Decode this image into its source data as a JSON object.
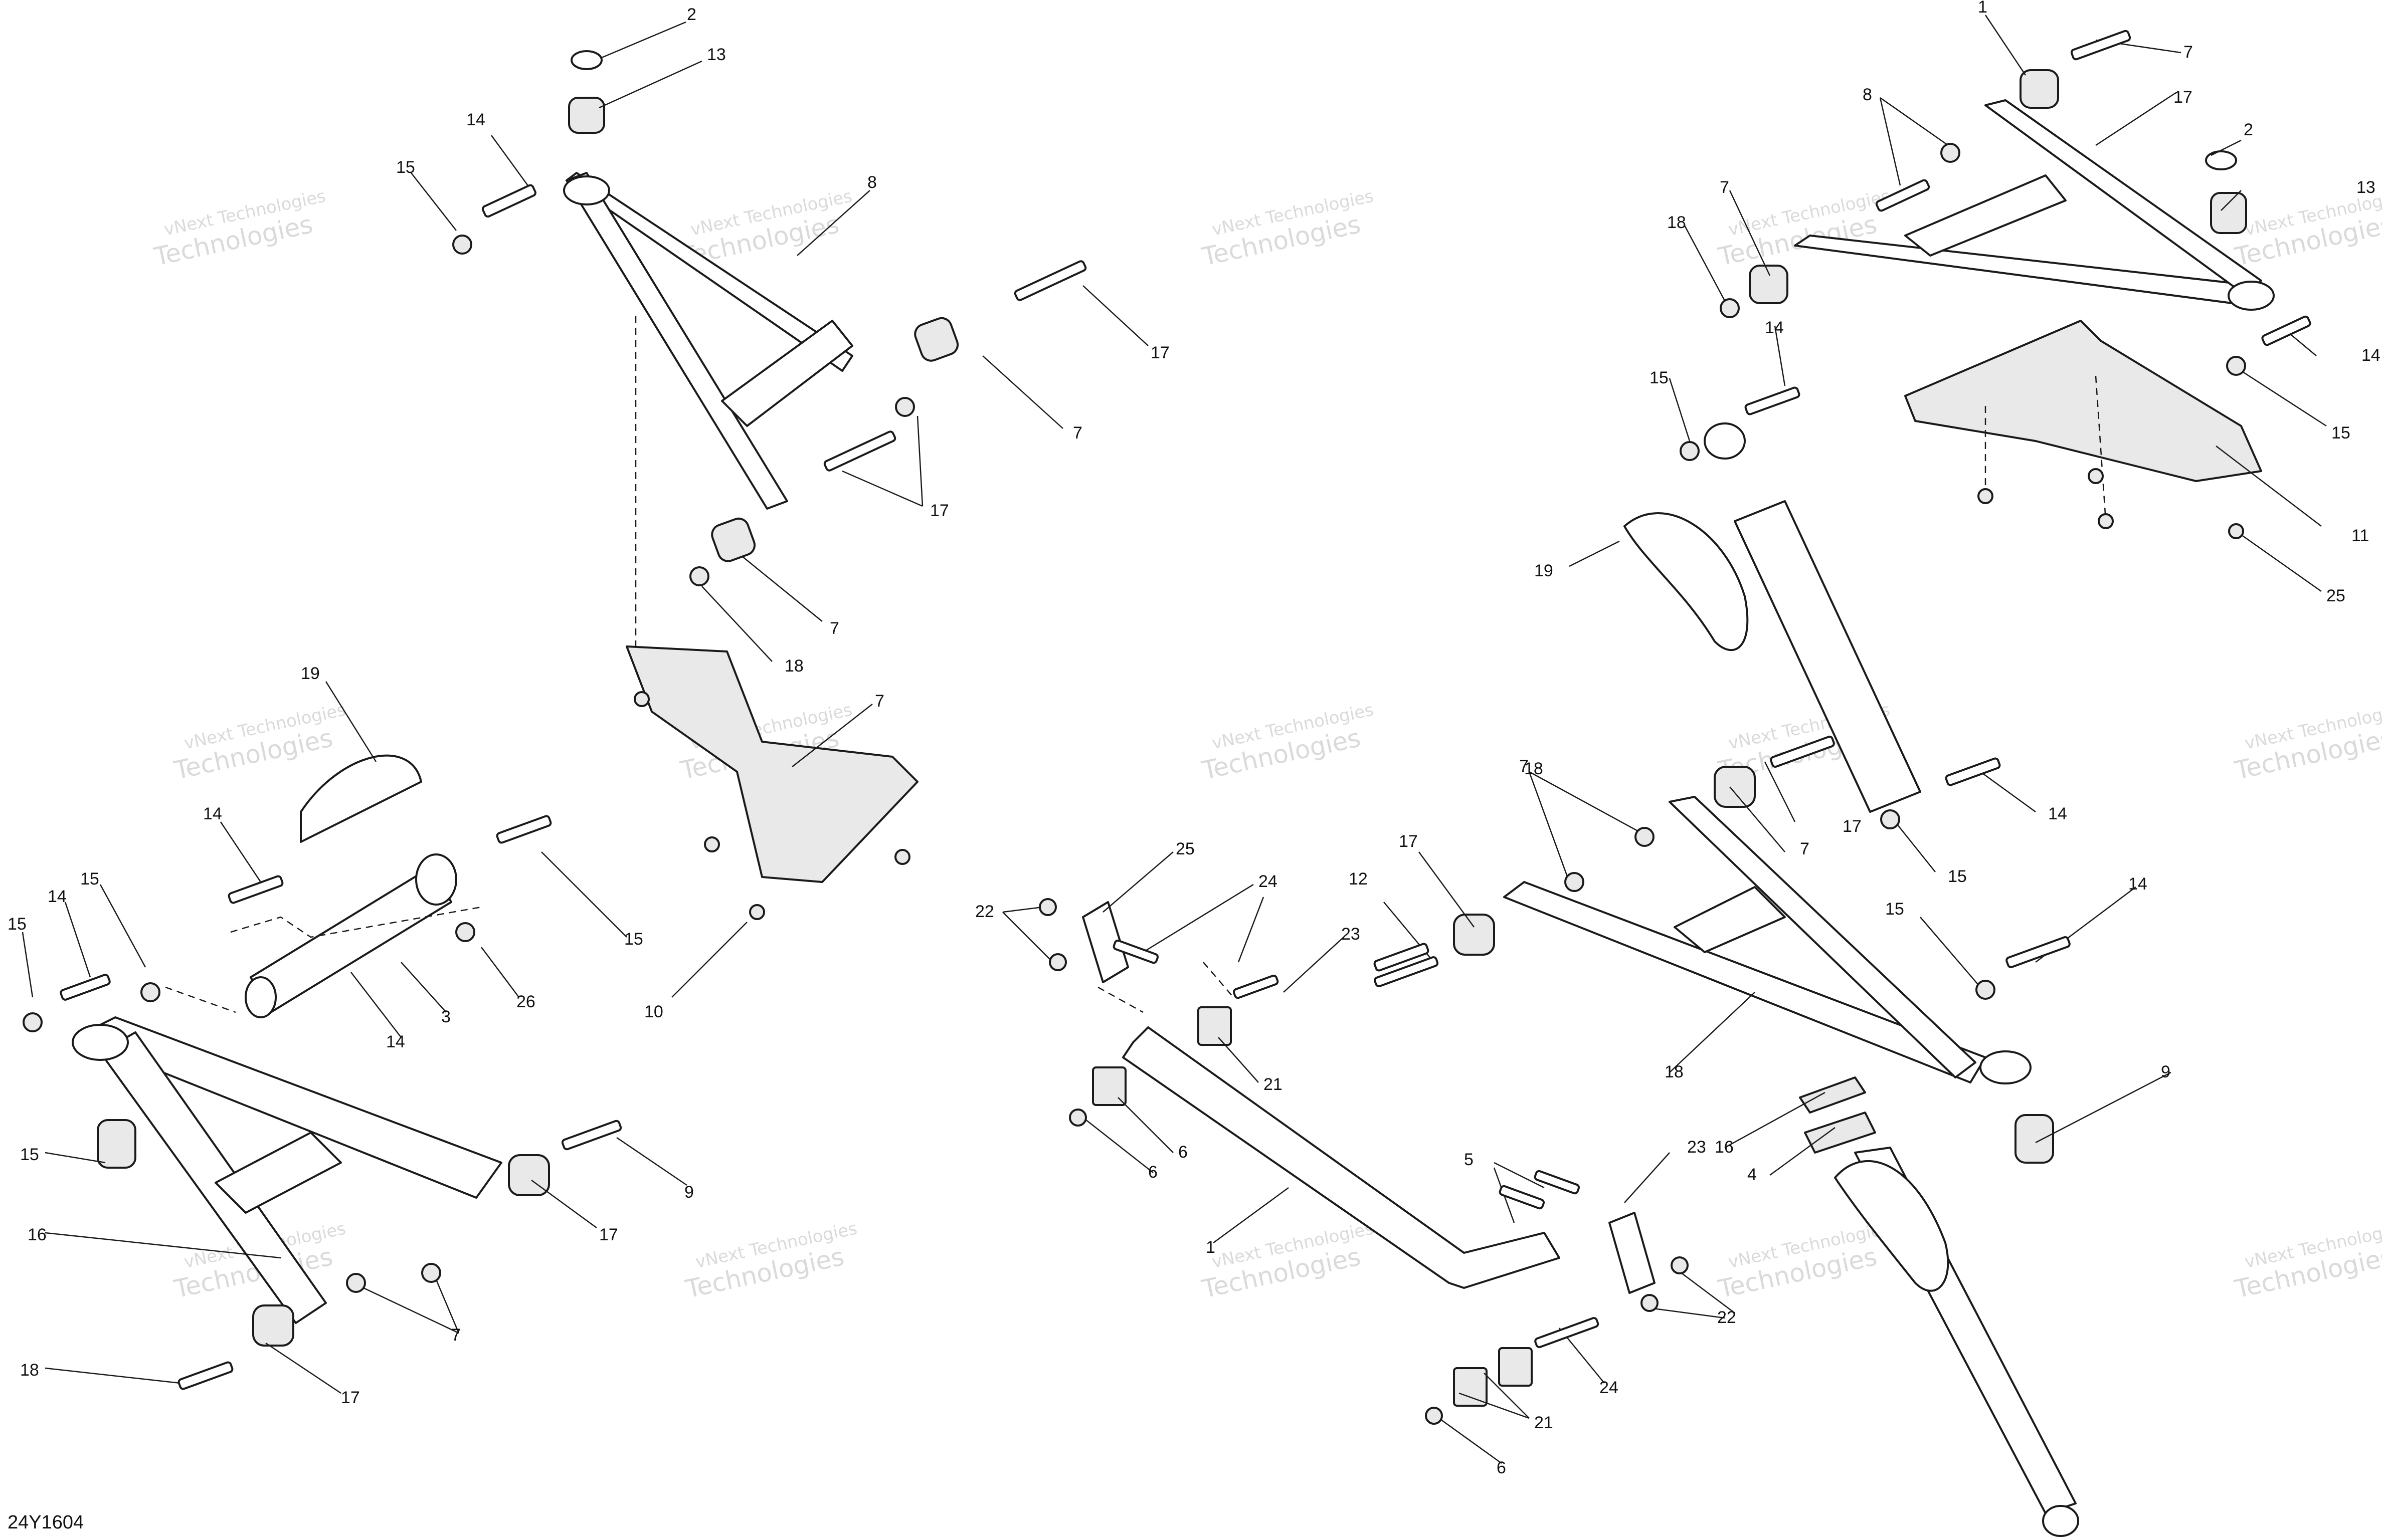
{
  "diagram": {
    "code": "24Y1604",
    "watermark_line1": "vNext Technologies",
    "watermark_line2": "Technologies",
    "labels": [
      "2",
      "13",
      "14",
      "15",
      "8",
      "17",
      "7",
      "17",
      "7",
      "18",
      "19",
      "14",
      "15",
      "15",
      "14",
      "15",
      "26",
      "3",
      "14",
      "15",
      "16",
      "9",
      "17",
      "7",
      "18",
      "17",
      "7",
      "10",
      "25",
      "22",
      "24",
      "23",
      "21",
      "6",
      "6",
      "1",
      "12",
      "17",
      "7",
      "18",
      "9",
      "16",
      "4",
      "5",
      "23",
      "22",
      "24",
      "21",
      "6",
      "1",
      "7",
      "17",
      "8",
      "2",
      "13",
      "18",
      "7",
      "14",
      "15",
      "19",
      "14",
      "15",
      "11",
      "25",
      "18",
      "7",
      "17",
      "15",
      "14",
      "15",
      "14"
    ]
  }
}
